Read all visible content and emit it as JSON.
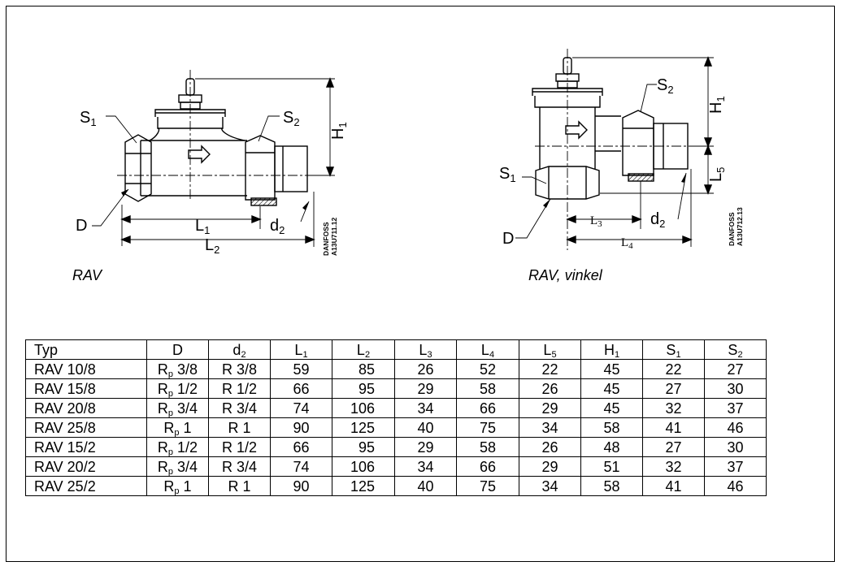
{
  "figures": [
    {
      "caption": "RAV",
      "labels": {
        "s1": "S",
        "s1_sub": "1",
        "s2": "S",
        "s2_sub": "2",
        "h1": "H",
        "h1_sub": "1",
        "d": "D",
        "d2": "d",
        "d2_sub": "2",
        "l1": "L",
        "l1_sub": "1",
        "l2": "L",
        "l2_sub": "2"
      },
      "stamp": [
        "DANFOSS",
        "A13U711.12"
      ]
    },
    {
      "caption": "RAV, vinkel",
      "labels": {
        "s1": "S",
        "s1_sub": "1",
        "s2": "S",
        "s2_sub": "2",
        "h1": "H",
        "h1_sub": "1",
        "l5": "L",
        "l5_sub": "5",
        "d": "D",
        "d2": "d",
        "d2_sub": "2",
        "l3": "L",
        "l3_sub": "3",
        "l4": "L",
        "l4_sub": "4"
      },
      "stamp": [
        "DANFOSS",
        "A13U712.13"
      ]
    }
  ],
  "table": {
    "headers": [
      {
        "base": "Typ",
        "sub": ""
      },
      {
        "base": "D",
        "sub": ""
      },
      {
        "base": "d",
        "sub": "2"
      },
      {
        "base": "L",
        "sub": "1"
      },
      {
        "base": "L",
        "sub": "2"
      },
      {
        "base": "L",
        "sub": "3"
      },
      {
        "base": "L",
        "sub": "4"
      },
      {
        "base": "L",
        "sub": "5"
      },
      {
        "base": "H",
        "sub": "1"
      },
      {
        "base": "S",
        "sub": "1"
      },
      {
        "base": "S",
        "sub": "2"
      }
    ],
    "rows": [
      {
        "typ": "RAV 10/8",
        "d_base": "R",
        "d_sub": "p",
        "d_val": " 3/8",
        "d2": "R 3/8",
        "l1": "59",
        "l2": "85",
        "l3": "26",
        "l4": "52",
        "l5": "22",
        "h1": "45",
        "s1": "22",
        "s2": "27"
      },
      {
        "typ": "RAV 15/8",
        "d_base": "R",
        "d_sub": "p",
        "d_val": " 1/2",
        "d2": "R 1/2",
        "l1": "66",
        "l2": "95",
        "l3": "29",
        "l4": "58",
        "l5": "26",
        "h1": "45",
        "s1": "27",
        "s2": "30"
      },
      {
        "typ": "RAV 20/8",
        "d_base": "R",
        "d_sub": "p",
        "d_val": " 3/4",
        "d2": "R 3/4",
        "l1": "74",
        "l2": "106",
        "l3": "34",
        "l4": "66",
        "l5": "29",
        "h1": "45",
        "s1": "32",
        "s2": "37"
      },
      {
        "typ": "RAV 25/8",
        "d_base": "R",
        "d_sub": "p",
        "d_val": " 1",
        "d2": "R 1",
        "l1": "90",
        "l2": "125",
        "l3": "40",
        "l4": "75",
        "l5": "34",
        "h1": "58",
        "s1": "41",
        "s2": "46"
      },
      {
        "typ": "RAV 15/2",
        "d_base": "R",
        "d_sub": "p",
        "d_val": " 1/2",
        "d2": "R 1/2",
        "l1": "66",
        "l2": "95",
        "l3": "29",
        "l4": "58",
        "l5": "26",
        "h1": "48",
        "s1": "27",
        "s2": "30"
      },
      {
        "typ": "RAV 20/2",
        "d_base": "R",
        "d_sub": "p",
        "d_val": " 3/4",
        "d2": "R 3/4",
        "l1": "74",
        "l2": "106",
        "l3": "34",
        "l4": "66",
        "l5": "29",
        "h1": "51",
        "s1": "32",
        "s2": "37"
      },
      {
        "typ": "RAV 25/2",
        "d_base": "R",
        "d_sub": "p",
        "d_val": " 1",
        "d2": "R 1",
        "l1": "90",
        "l2": "125",
        "l3": "40",
        "l4": "75",
        "l5": "34",
        "h1": "58",
        "s1": "41",
        "s2": "46"
      }
    ]
  }
}
